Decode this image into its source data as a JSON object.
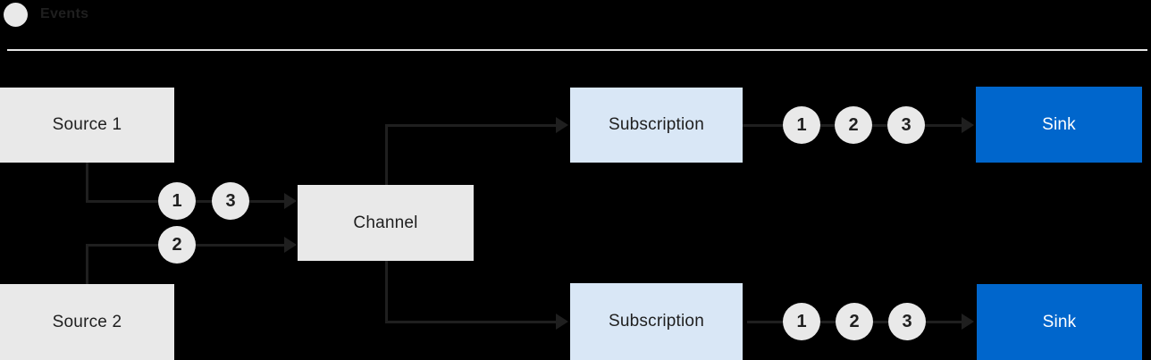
{
  "legend": {
    "label": "Events"
  },
  "nodes": {
    "source1": {
      "label": "Source 1"
    },
    "source2": {
      "label": "Source 2"
    },
    "channel": {
      "label": "Channel"
    },
    "subscription_top": {
      "label": "Subscription"
    },
    "subscription_bottom": {
      "label": "Subscription"
    },
    "sink_top": {
      "label": "Sink"
    },
    "sink_bottom": {
      "label": "Sink"
    }
  },
  "events": {
    "source1_to_channel": [
      "1",
      "3"
    ],
    "source2_to_channel": [
      "2"
    ],
    "subscription_top_to_sink": [
      "1",
      "2",
      "3"
    ],
    "subscription_bottom_to_sink": [
      "1",
      "2",
      "3"
    ]
  },
  "colors": {
    "background": "#000000",
    "node_gray": "#e9e9e9",
    "node_light_blue": "#d9e7f6",
    "node_blue": "#0066cc",
    "line_dark": "#1f1f1f",
    "divider": "#e6e6e6",
    "text_dark": "#1f1f1f",
    "text_light": "#ffffff"
  }
}
